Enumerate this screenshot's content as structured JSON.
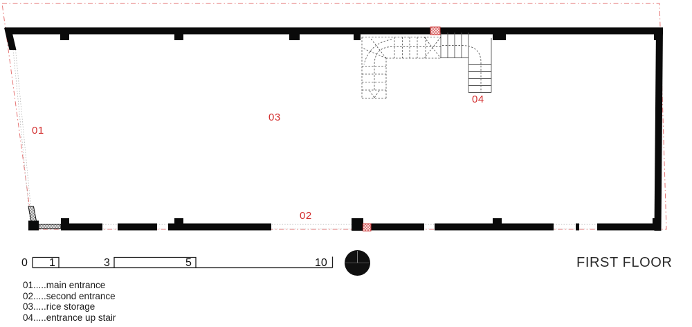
{
  "page": {
    "title": "FIRST FLOOR"
  },
  "plan": {
    "room_labels": {
      "r01": "01",
      "r02": "02",
      "r03": "03",
      "r04": "04"
    }
  },
  "scale_bar": {
    "labels": [
      "0",
      "1",
      "3",
      "5",
      "10"
    ]
  },
  "legend": {
    "items": [
      "01.....main entrance",
      "02.....second entrance",
      "03.....rice storage",
      "04.....entrance up stair"
    ]
  },
  "colors": {
    "label_red": "#d32f2f",
    "boundary_red": "#e57373",
    "wall_black": "#0a0a0a"
  }
}
